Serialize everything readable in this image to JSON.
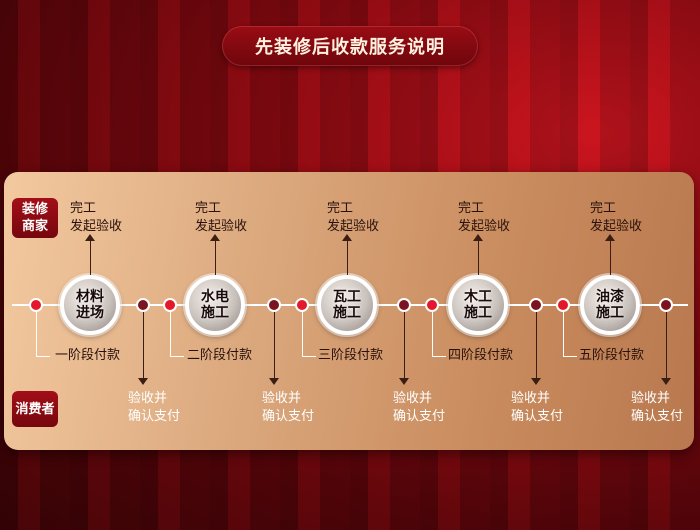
{
  "title": "先装修后收款服务说明",
  "roles": {
    "merchant": "装修\n商家",
    "consumer": "消费者"
  },
  "completion": {
    "line1": "完工",
    "line2": "发起验收"
  },
  "confirm": {
    "line1": "验收并",
    "line2": "确认支付"
  },
  "stages": [
    {
      "name": "材料\n进场",
      "payment": "一阶段付款"
    },
    {
      "name": "水电\n施工",
      "payment": "二阶段付款"
    },
    {
      "name": "瓦工\n施工",
      "payment": "三阶段付款"
    },
    {
      "name": "木工\n施工",
      "payment": "四阶段付款"
    },
    {
      "name": "油漆\n施工",
      "payment": "五阶段付款"
    }
  ]
}
